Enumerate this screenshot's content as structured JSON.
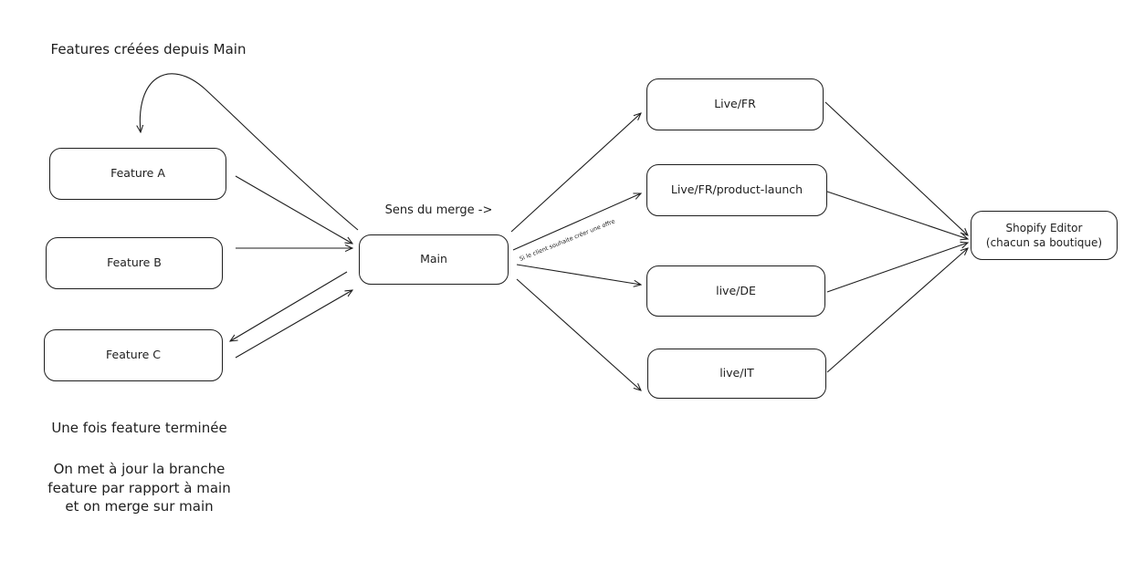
{
  "notes": {
    "top": "Features créées depuis Main",
    "merge_direction": "Sens du merge ->",
    "offer_label": "Si le client souhaite créer une offre",
    "done_title": "Une fois feature terminée",
    "done_body": "On met à jour la branche\nfeature par rapport à main\net on merge sur main"
  },
  "nodes": {
    "feature_a": "Feature A",
    "feature_b": "Feature B",
    "feature_c": "Feature C",
    "main": "Main",
    "live_fr": "Live/FR",
    "live_fr_product_launch": "Live/FR/product-launch",
    "live_de": "live/DE",
    "live_it": "live/IT",
    "shopify": "Shopify Editor\n(chacun sa boutique)"
  },
  "edges": [
    {
      "from": "main",
      "to": "feature_a"
    },
    {
      "from": "feature_a",
      "to": "main"
    },
    {
      "from": "feature_b",
      "to": "main"
    },
    {
      "from": "feature_c",
      "to": "main"
    },
    {
      "from": "main",
      "to": "feature_c"
    },
    {
      "from": "main",
      "to": "live_fr"
    },
    {
      "from": "main",
      "to": "live_fr_product_launch",
      "label": "offer_label"
    },
    {
      "from": "main",
      "to": "live_de"
    },
    {
      "from": "main",
      "to": "live_it"
    },
    {
      "from": "live_fr",
      "to": "shopify"
    },
    {
      "from": "live_fr_product_launch",
      "to": "shopify"
    },
    {
      "from": "live_de",
      "to": "shopify"
    },
    {
      "from": "live_it",
      "to": "shopify"
    }
  ]
}
